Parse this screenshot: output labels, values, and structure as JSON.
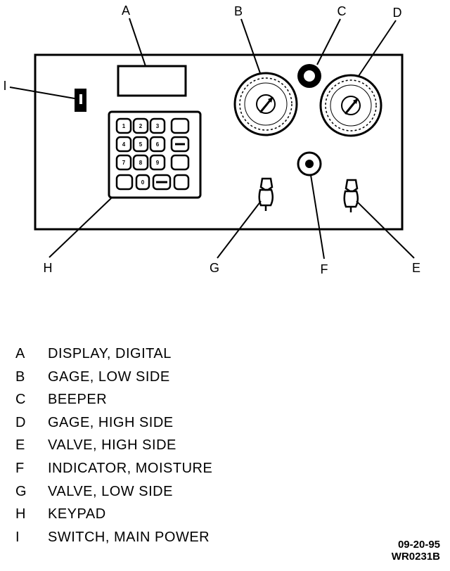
{
  "callouts": {
    "a": "A",
    "b": "B",
    "c": "C",
    "d": "D",
    "e": "E",
    "f": "F",
    "g": "G",
    "h": "H",
    "i": "I"
  },
  "keypad": {
    "row1": [
      "1",
      "2",
      "3",
      ""
    ],
    "row2": [
      "4",
      "5",
      "6",
      ""
    ],
    "row3": [
      "7",
      "8",
      "9",
      ""
    ],
    "row4": [
      "",
      "0",
      "",
      ""
    ]
  },
  "legend": [
    {
      "key": "A",
      "label": "DISPLAY, DIGITAL"
    },
    {
      "key": "B",
      "label": "GAGE, LOW SIDE"
    },
    {
      "key": "C",
      "label": "BEEPER"
    },
    {
      "key": "D",
      "label": "GAGE, HIGH SIDE"
    },
    {
      "key": "E",
      "label": "VALVE, HIGH SIDE"
    },
    {
      "key": "F",
      "label": "INDICATOR, MOISTURE"
    },
    {
      "key": "G",
      "label": "VALVE, LOW SIDE"
    },
    {
      "key": "H",
      "label": "KEYPAD"
    },
    {
      "key": "I",
      "label": "SWITCH, MAIN POWER"
    }
  ],
  "footer": {
    "date": "09-20-95",
    "figure_id": "WR0231B"
  },
  "colors": {
    "ink": "#000000",
    "paper": "#ffffff"
  }
}
